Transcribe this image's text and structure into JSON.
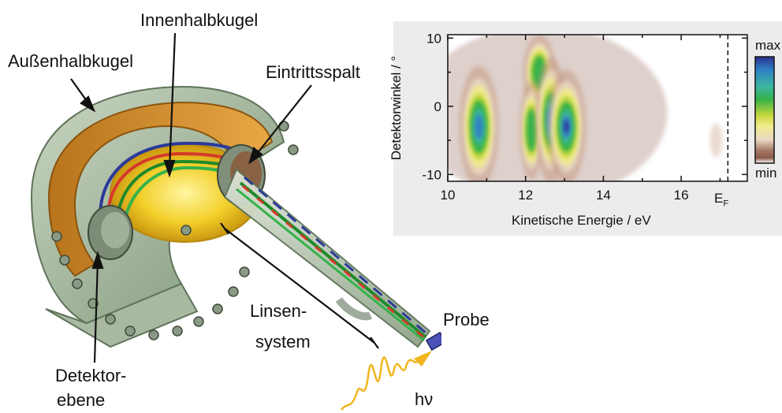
{
  "labels": {
    "inner_hemisphere": "Innenhalbkugel",
    "outer_hemisphere": "Außenhalbkugel",
    "entrance_slit": "Eintrittsspalt",
    "lens_line1": "Linsen-",
    "lens_line2": "system",
    "sample": "Probe",
    "detector_line1": "Detektor-",
    "detector_line2": "ebene",
    "photon": "hν"
  },
  "chart_data": {
    "type": "heatmap",
    "xlabel": "Kinetische Energie / eV",
    "ylabel": "Detektorwinkel / °",
    "xlim": [
      10,
      17.7
    ],
    "ylim": [
      -11,
      10.5
    ],
    "xticks": [
      "10",
      "12",
      "14",
      "16"
    ],
    "yticks": [
      "10",
      "0",
      "-10"
    ],
    "fermi_level": {
      "label": "E",
      "subscript": "F",
      "x": 17.2
    },
    "colorbar": {
      "max_label": "max",
      "min_label": "min",
      "colors": [
        "#2b2f8f",
        "#2e7fc4",
        "#3cb6a0",
        "#35b24a",
        "#c4d63a",
        "#f1ec8c",
        "#e9d8c5",
        "#c49a82",
        "#8a5a4a",
        "#ffffff"
      ]
    },
    "features": [
      {
        "x": 10.8,
        "y": -3,
        "intensity": 0.8
      },
      {
        "x": 12.35,
        "y": 5,
        "intensity": 0.6
      },
      {
        "x": 12.15,
        "y": -3.5,
        "intensity": 0.65
      },
      {
        "x": 12.65,
        "y": -2,
        "intensity": 0.8
      },
      {
        "x": 13.05,
        "y": -3,
        "intensity": 1.0
      }
    ]
  }
}
